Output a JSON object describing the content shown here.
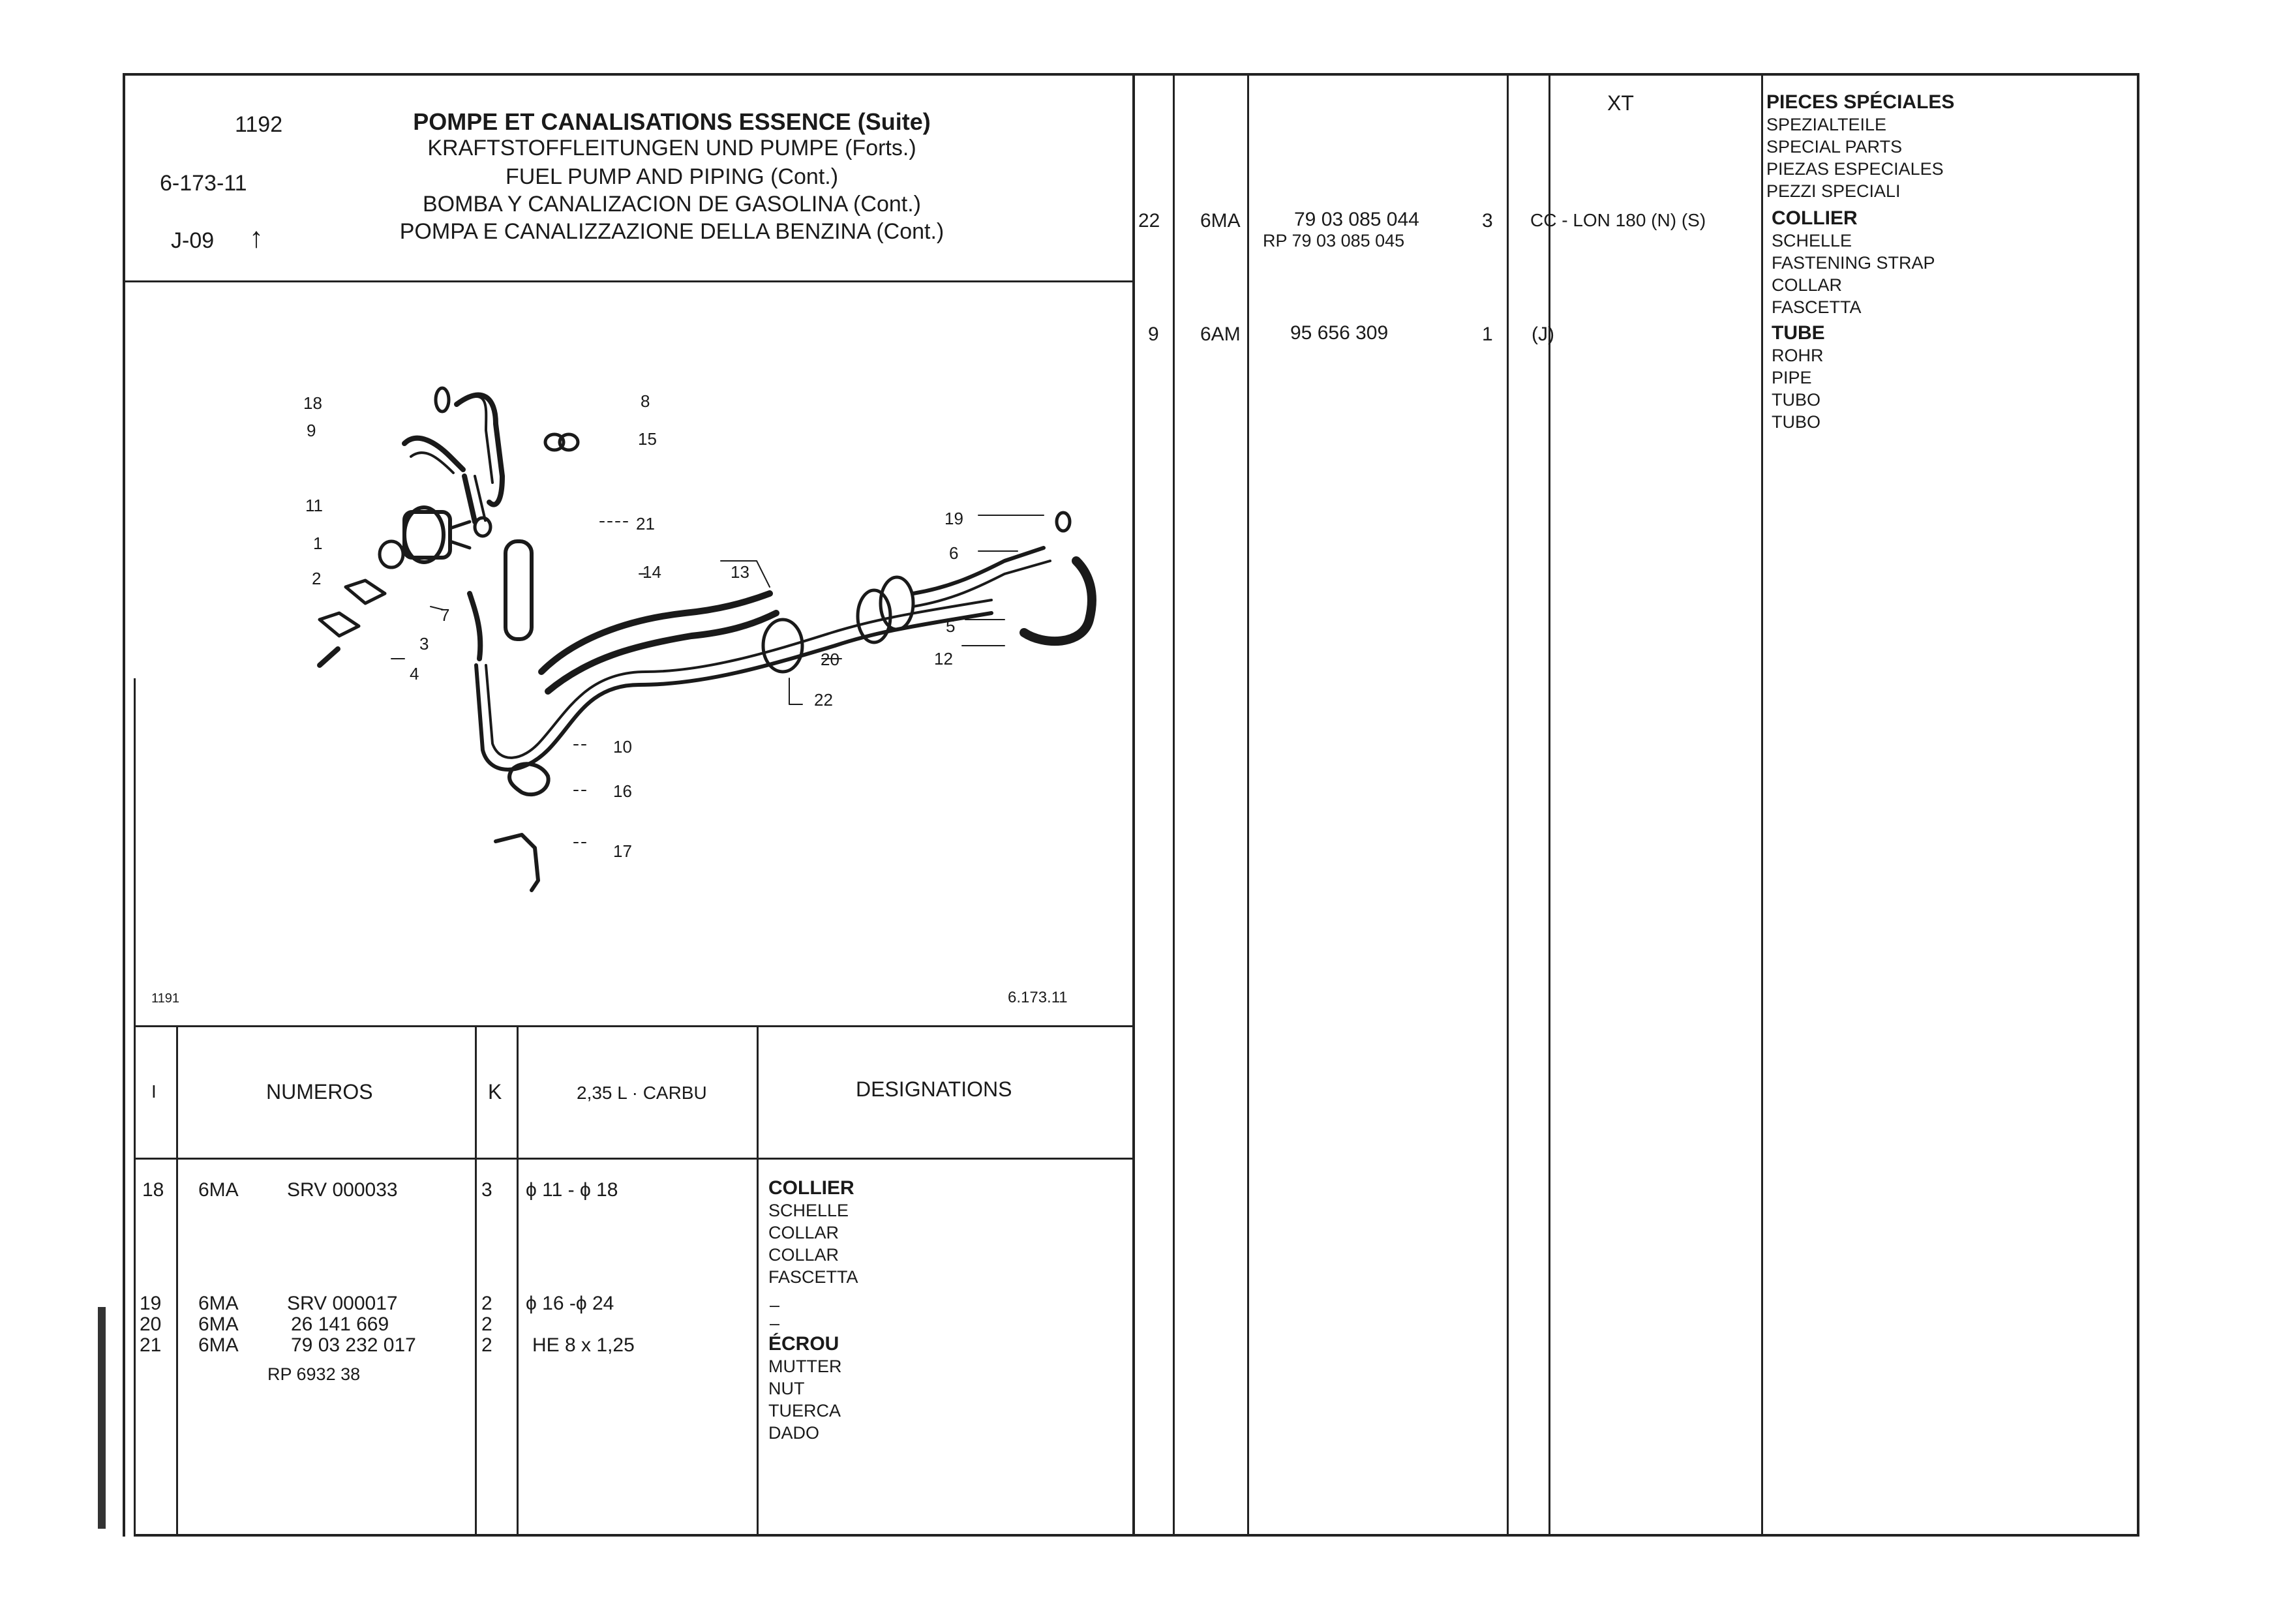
{
  "header": {
    "page_number": "1192",
    "group_code": "6-173-11",
    "series_code": "J-09",
    "arrow_glyph": "↑",
    "titles": [
      "POMPE ET CANALISATIONS ESSENCE (Suite)",
      "KRAFTSTOFFLEITUNGEN UND PUMPE (Forts.)",
      "FUEL PUMP AND PIPING (Cont.)",
      "BOMBA Y CANALIZACION DE GASOLINA (Cont.)",
      "POMPA E CANALIZZAZIONE DELLA BENZINA (Cont.)"
    ]
  },
  "diagram": {
    "footer_left": "1191",
    "footer_right": "6.173.11",
    "callouts": [
      "18",
      "9",
      "8",
      "15",
      "11",
      "21",
      "1",
      "14",
      "13",
      "19",
      "6",
      "2",
      "7",
      "3",
      "4",
      "5",
      "20",
      "12",
      "22",
      "10",
      "16",
      "17"
    ]
  },
  "table_headers": {
    "index": "I",
    "numeros": "NUMEROS",
    "k": "K",
    "variant": "2,35 L · CARBU",
    "designations": "DESIGNATIONS"
  },
  "left_rows": [
    {
      "ref": "18",
      "code": "6MA",
      "number": "SRV 000033",
      "qty": "3",
      "spec": "ϕ 11 - ϕ 18",
      "designation": [
        "COLLIER",
        "SCHELLE",
        "COLLAR",
        "COLLAR",
        "FASCETTA"
      ]
    },
    {
      "ref": "19",
      "code": "6MA",
      "number": "SRV 000017",
      "qty": "2",
      "spec": "ϕ 16 -ϕ 24",
      "designation": [
        "–"
      ]
    },
    {
      "ref": "20",
      "code": "6MA",
      "number": "26 141 669",
      "qty": "2",
      "spec": "",
      "designation": [
        "–"
      ]
    },
    {
      "ref": "21",
      "code": "6MA",
      "number": "79 03 232 017",
      "qty": "2",
      "spec": "HE 8 x 1,25",
      "number_extra": "RP 6932 38",
      "designation": [
        "ÉCROU",
        "MUTTER",
        "NUT",
        "TUERCA",
        "DADO"
      ]
    }
  ],
  "right_header": {
    "variant": "XT",
    "special_parts": [
      "PIECES SPÉCIALES",
      "SPEZIALTEILE",
      "SPECIAL PARTS",
      "PIEZAS ESPECIALES",
      "PEZZI SPECIALI"
    ]
  },
  "right_rows": [
    {
      "ref": "22",
      "code": "6MA",
      "number": "79 03 085 044",
      "number_extra": "RP 79 03 085 045",
      "qty": "3",
      "spec": "CC - LON 180 (N) (S)",
      "designation": [
        "COLLIER",
        "SCHELLE",
        "FASTENING STRAP",
        "COLLAR",
        "FASCETTA"
      ]
    },
    {
      "ref": "9",
      "code": "6AM",
      "number": "95 656 309",
      "qty": "1",
      "spec": "(J)",
      "designation": [
        "TUBE",
        "ROHR",
        "PIPE",
        "TUBO",
        "TUBO"
      ]
    }
  ]
}
